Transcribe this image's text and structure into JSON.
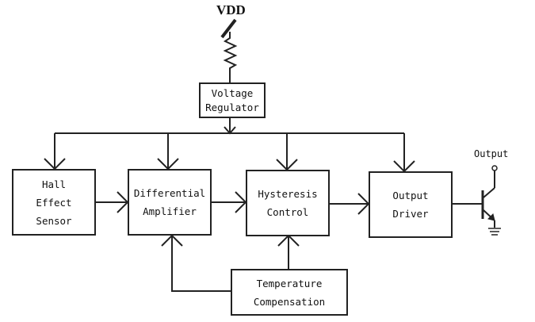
{
  "supply": {
    "label": "VDD"
  },
  "blocks": {
    "voltage_regulator": {
      "lines": [
        "Voltage",
        "Regulator"
      ]
    },
    "hall_sensor": {
      "lines": [
        "Hall",
        "Effect",
        "Sensor"
      ]
    },
    "diff_amp": {
      "lines": [
        "Differential",
        "Amplifier"
      ]
    },
    "hysteresis": {
      "lines": [
        "Hysteresis",
        "Control"
      ]
    },
    "output_driver": {
      "lines": [
        "Output",
        "Driver"
      ]
    },
    "temp_comp": {
      "lines": [
        "Temperature",
        "Compensation"
      ]
    }
  },
  "output": {
    "label": "Output"
  },
  "colors": {
    "line": "#222222",
    "background": "#ffffff"
  }
}
